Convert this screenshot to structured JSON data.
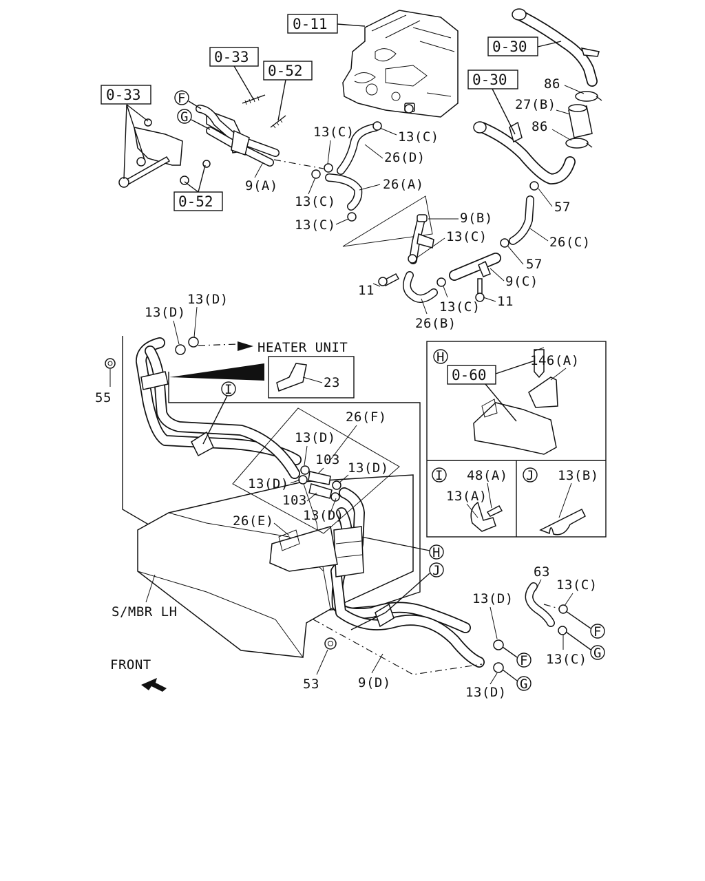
{
  "refs": {
    "r011": "0-11",
    "r033a": "0-33",
    "r033b": "0-33",
    "r052a": "0-52",
    "r052b": "0-52",
    "r030a": "0-30",
    "r030b": "0-30",
    "r060": "0-60"
  },
  "callouts": {
    "F1": "F",
    "G1": "G",
    "I1": "I",
    "H1": "H",
    "J1": "J",
    "F2": "F",
    "G2": "G",
    "F3": "F",
    "G3": "G",
    "Hdet": "H",
    "Idet": "I",
    "Jdet": "J"
  },
  "labels": {
    "l86a": "86",
    "l27b": "27(B)",
    "l86b": "86",
    "l13c_1": "13(C)",
    "l13c_2": "13(C)",
    "l26d": "26(D)",
    "l9a": "9(A)",
    "l26a": "26(A)",
    "l13c_3": "13(C)",
    "l13c_4": "13(C)",
    "l57a": "57",
    "l9b": "9(B)",
    "l13c_5": "13(C)",
    "l26c": "26(C)",
    "l57b": "57",
    "l11a": "11",
    "l9c": "9(C)",
    "l13c_6": "13(C)",
    "l11b": "11",
    "l26b": "26(B)",
    "l13d_1": "13(D)",
    "l13d_2": "13(D)",
    "heater": "HEATER UNIT",
    "l23": "23",
    "l55": "55",
    "l26f": "26(F)",
    "l13d_3": "13(D)",
    "l103a": "103",
    "l13d_4": "13(D)",
    "l13d_5": "13(D)",
    "l103b": "103",
    "l26e": "26(E)",
    "l13d_6": "13(D)",
    "smbr": "S/MBR LH",
    "front": "FRONT",
    "l53": "53",
    "l9d": "9(D)",
    "l63": "63",
    "l13c_7": "13(C)",
    "l13d_7": "13(D)",
    "l13c_8": "13(C)",
    "l13d_8": "13(D)",
    "l146a": "146(A)",
    "l48a": "48(A)",
    "l13a": "13(A)",
    "l13b": "13(B)"
  }
}
